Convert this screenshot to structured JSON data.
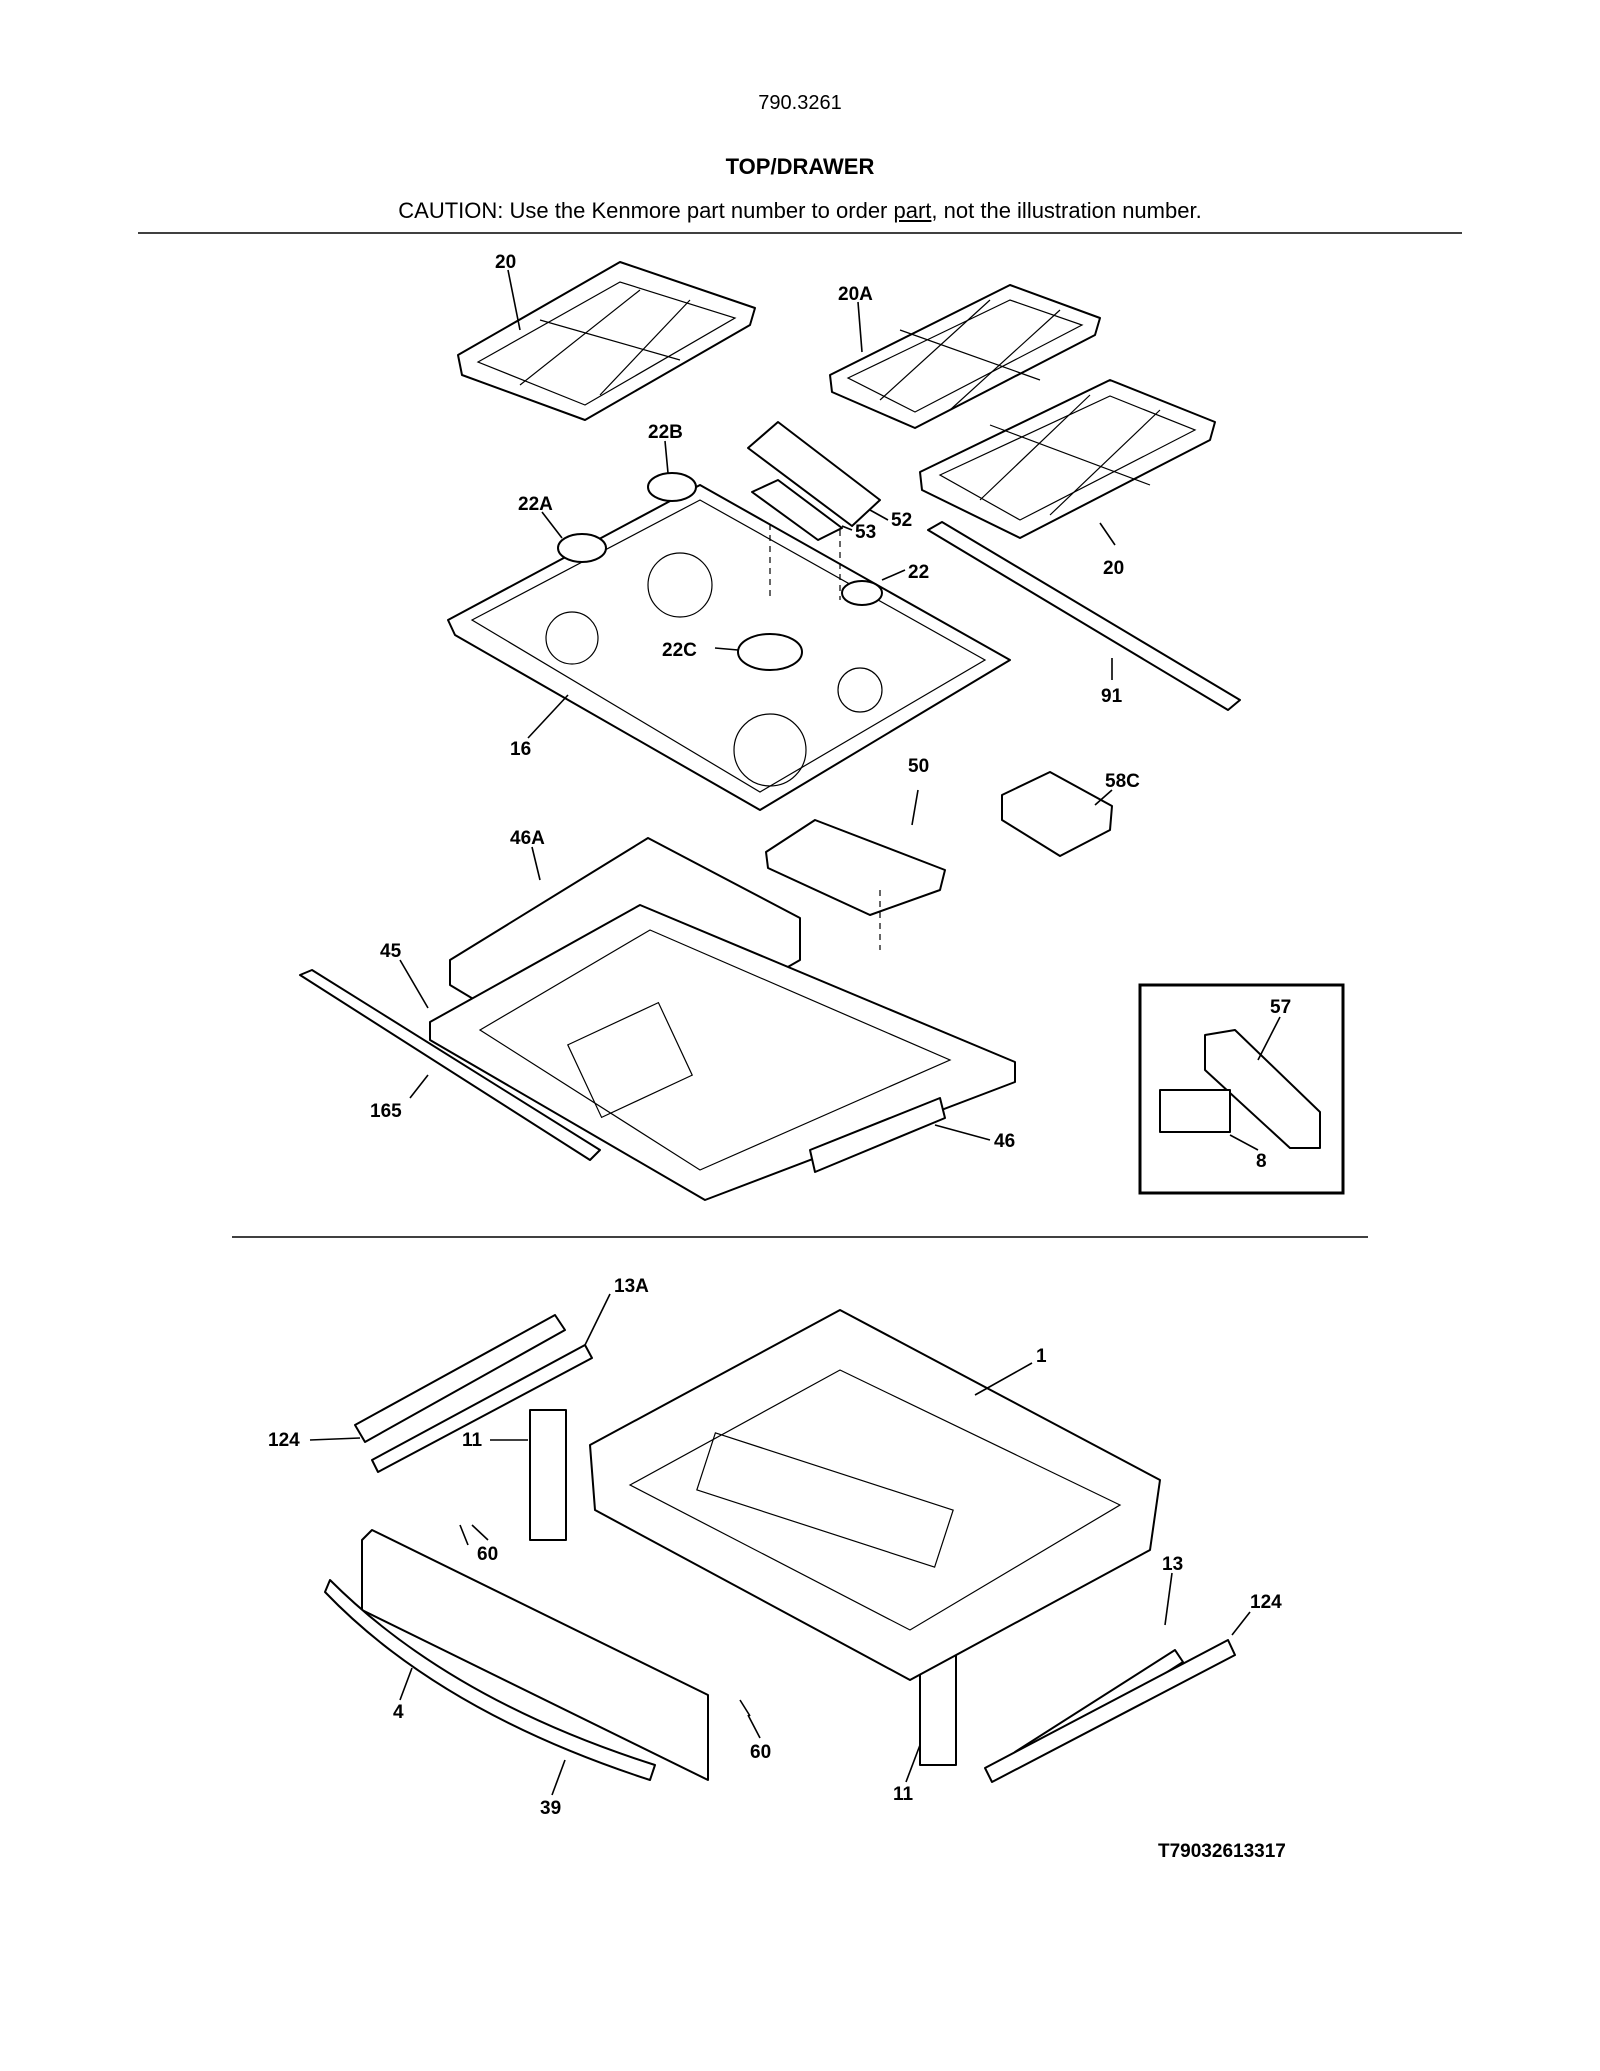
{
  "header": {
    "model_number": "790.3261",
    "section_title": "TOP/DRAWER",
    "caution_before": "CAUTION: Use the Kenmore part number to order ",
    "caution_link": "part",
    "caution_after": ", not the illustration number."
  },
  "callouts": {
    "c20_left": "20",
    "c20a": "20A",
    "c22b": "22B",
    "c52": "52",
    "c53": "53",
    "c22a": "22A",
    "c22": "22",
    "c20_right": "20",
    "c22c": "22C",
    "c91": "91",
    "c16": "16",
    "c50": "50",
    "c58c": "58C",
    "c46a": "46A",
    "c45": "45",
    "c57": "57",
    "c165": "165",
    "c46": "46",
    "c8": "8",
    "c13a": "13A",
    "c1": "1",
    "c124_left": "124",
    "c11_top": "11",
    "c60_top": "60",
    "c13": "13",
    "c124_right": "124",
    "c4": "4",
    "c60_bottom": "60",
    "c11_bottom": "11",
    "c39": "39"
  },
  "diagram_code": "T79032613317"
}
